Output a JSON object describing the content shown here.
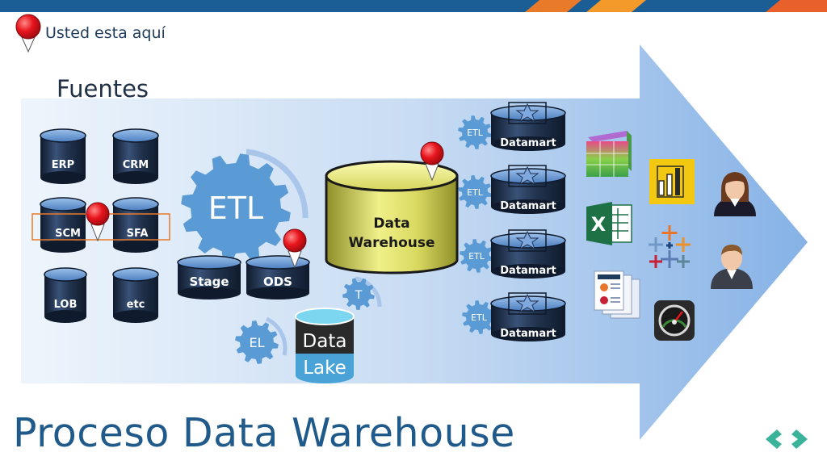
{
  "legend": {
    "label": "Usted esta aquí"
  },
  "sources": {
    "title": "Fuentes",
    "items": [
      "ERP",
      "CRM",
      "SCM",
      "SFA",
      "LOB",
      "etc"
    ]
  },
  "etl_stage": {
    "gear_label": "ETL",
    "stage_label": "Stage",
    "ods_label": "ODS"
  },
  "data_lake": {
    "line1": "Data",
    "line2": "Lake",
    "el_label": "EL",
    "t_label": "T"
  },
  "warehouse": {
    "line1": "Data",
    "line2": "Warehouse"
  },
  "datamarts": {
    "etl_label": "ETL",
    "datamart_label": "Datamart"
  },
  "tools": {
    "excel_letter": "X"
  },
  "page_title": "Proceso Data Warehouse",
  "colors": {
    "accent_orange": "#e87a2a",
    "bar_blue": "#1b5e96",
    "marker_red": "#e8141c",
    "gear_blue": "#5b9bd5",
    "cylinder_dark": "#1f3050",
    "warehouse_yellow": "#e6e67a"
  }
}
